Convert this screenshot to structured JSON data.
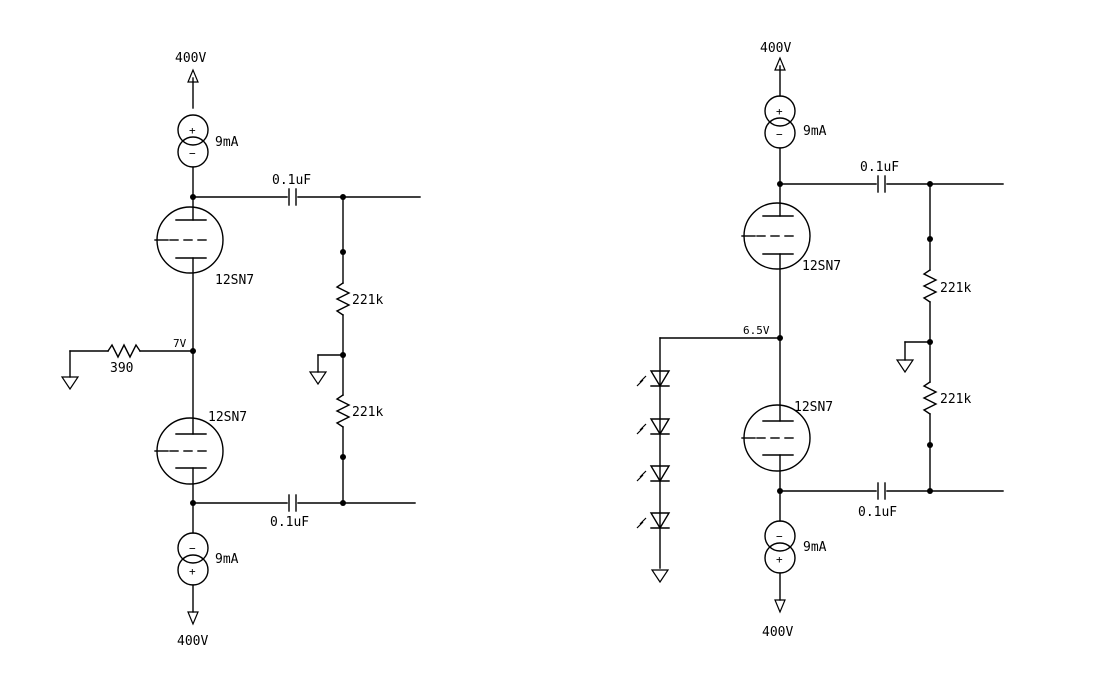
{
  "circuit_a": {
    "supply_top": "400V",
    "source_top": "9mA",
    "cap_top": "0.1uF",
    "tube_top": "12SN7",
    "res_top": "221k",
    "mid_voltage": "7V",
    "bias_resistor": "390",
    "tube_bottom": "12SN7",
    "res_bottom": "221k",
    "cap_bottom": "0.1uF",
    "source_bottom": "9mA",
    "supply_bottom": "400V"
  },
  "circuit_b": {
    "supply_top": "400V",
    "source_top": "9mA",
    "cap_top": "0.1uF",
    "tube_top": "12SN7",
    "res_top": "221k",
    "mid_voltage": "6.5V",
    "tube_bottom": "12SN7",
    "res_bottom": "221k",
    "cap_bottom": "0.1uF",
    "source_bottom": "9mA",
    "supply_bottom": "400V"
  },
  "signs": {
    "plus": "+",
    "minus": "−"
  }
}
